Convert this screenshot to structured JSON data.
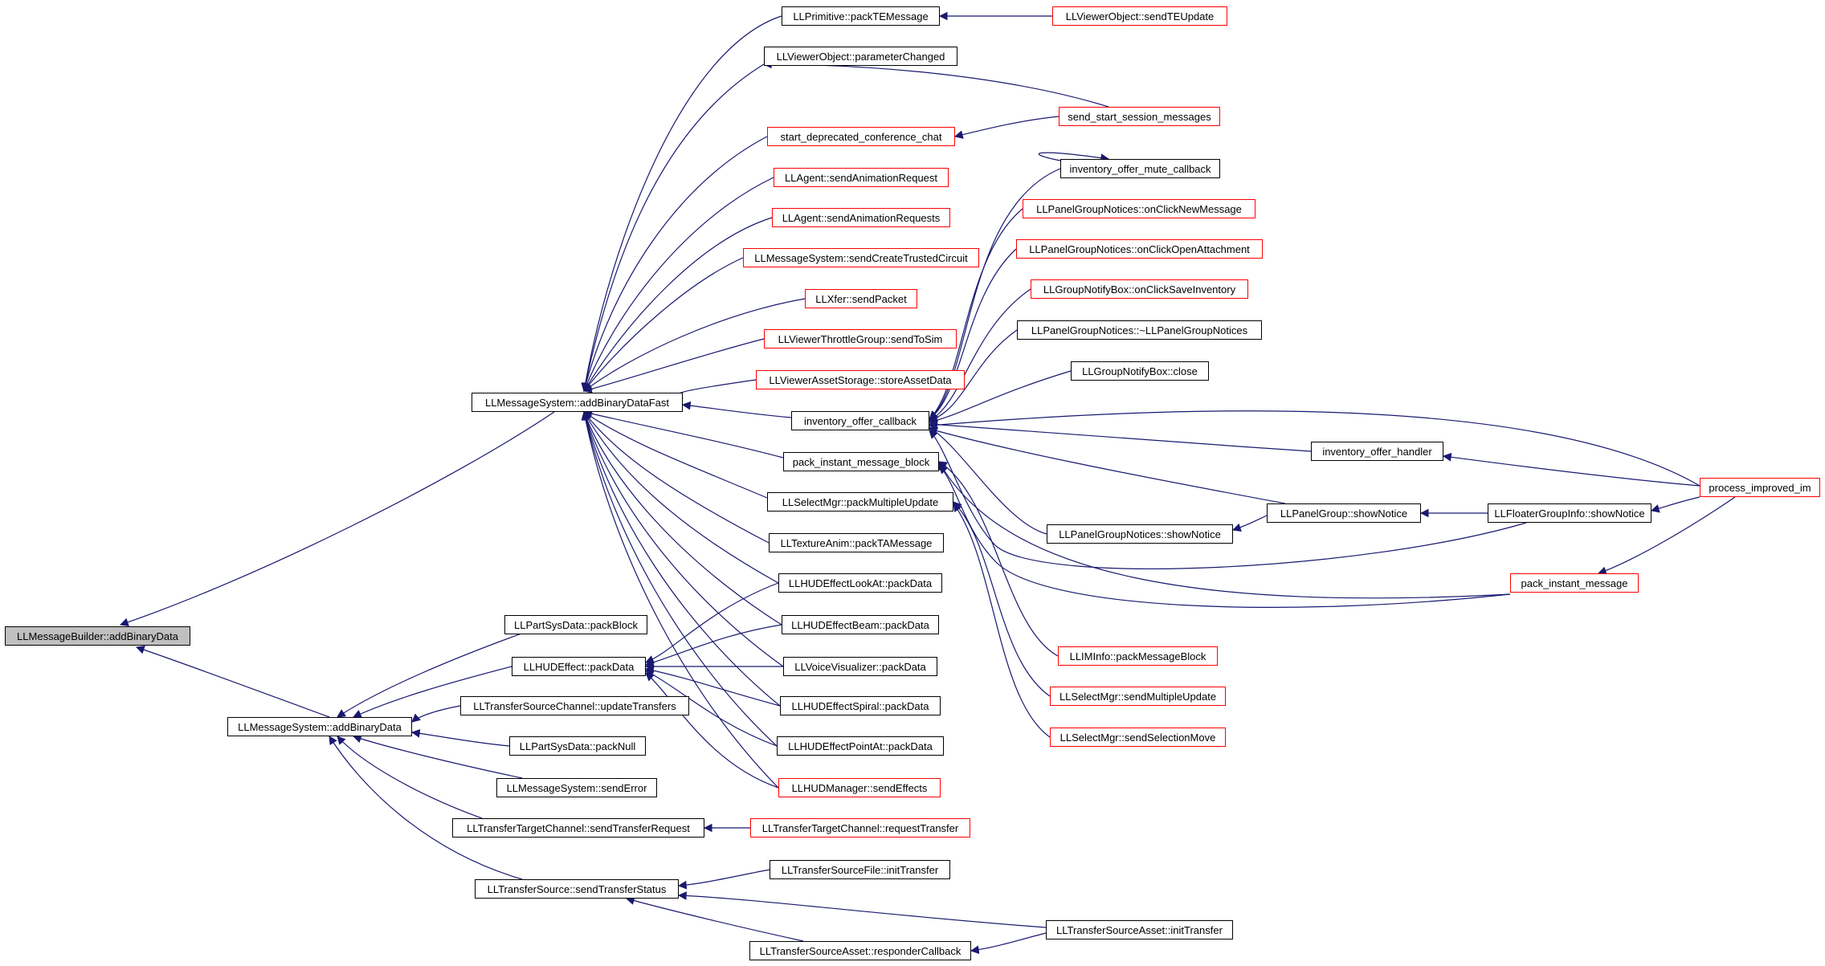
{
  "colors": {
    "edge": "#191970",
    "arrowhead": "#191970",
    "box_border": "#000000",
    "incomplete_border": "#ff0000",
    "root_fill": "#bfbfbf"
  },
  "nodes": {
    "addBinaryData": "LLMessageBuilder::addBinaryData",
    "addBinaryDataFast": "LLMessageSystem::addBinaryDataFast",
    "msAddBinaryData": "LLMessageSystem::addBinaryData",
    "packTEMessage": "LLPrimitive::packTEMessage",
    "sendTEUpdate": "LLViewerObject::sendTEUpdate",
    "parameterChanged": "LLViewerObject::parameterChanged",
    "startConf": "start_deprecated_conference_chat",
    "sendStartSession": "send_start_session_messages",
    "sendAnimReq": "LLAgent::sendAnimationRequest",
    "sendAnimReqs": "LLAgent::sendAnimationRequests",
    "sendTrusted": "LLMessageSystem::sendCreateTrustedCircuit",
    "xferSend": "LLXfer::sendPacket",
    "throttleSend": "LLViewerThrottleGroup::sendToSim",
    "storeAsset": "LLViewerAssetStorage::storeAssetData",
    "invOfferCb": "inventory_offer_callback",
    "packIM": "pack_instant_message_block",
    "packMultiUpd": "LLSelectMgr::packMultipleUpdate",
    "packTA": "LLTextureAnim::packTAMessage",
    "lookAt": "LLHUDEffectLookAt::packData",
    "beam": "LLHUDEffectBeam::packData",
    "voiceVis": "LLVoiceVisualizer::packData",
    "spiral": "LLHUDEffectSpiral::packData",
    "pointAt": "LLHUDEffectPointAt::packData",
    "hudSend": "LLHUDManager::sendEffects",
    "partBlock": "LLPartSysData::packBlock",
    "hudPack": "LLHUDEffect::packData",
    "updTransfers": "LLTransferSourceChannel::updateTransfers",
    "partNull": "LLPartSysData::packNull",
    "sendError": "LLMessageSystem::sendError",
    "sendTransReq": "LLTransferTargetChannel::sendTransferRequest",
    "reqTransfer": "LLTransferTargetChannel::requestTransfer",
    "sendTransStatus": "LLTransferSource::sendTransferStatus",
    "fileInit": "LLTransferSourceFile::initTransfer",
    "assetResp": "LLTransferSourceAsset::responderCallback",
    "assetInit": "LLTransferSourceAsset::initTransfer",
    "muteCb": "inventory_offer_mute_callback",
    "onNewMsg": "LLPanelGroupNotices::onClickNewMessage",
    "onOpenAtt": "LLPanelGroupNotices::onClickOpenAttachment",
    "onSaveInv": "LLGroupNotifyBox::onClickSaveInventory",
    "noticesDtor": "LLPanelGroupNotices::~LLPanelGroupNotices",
    "notifyClose": "LLGroupNotifyBox::close",
    "invHandler": "inventory_offer_handler",
    "noticesShow": "LLPanelGroupNotices::showNotice",
    "groupShow": "LLPanelGroup::showNotice",
    "floaterShow": "LLFloaterGroupInfo::showNotice",
    "processIM": "process_improved_im",
    "packInstMsg": "pack_instant_message",
    "imInfo": "LLIMInfo::packMessageBlock",
    "sendMultiUpd": "LLSelectMgr::sendMultipleUpdate",
    "sendSelMove": "LLSelectMgr::sendSelectionMove"
  }
}
